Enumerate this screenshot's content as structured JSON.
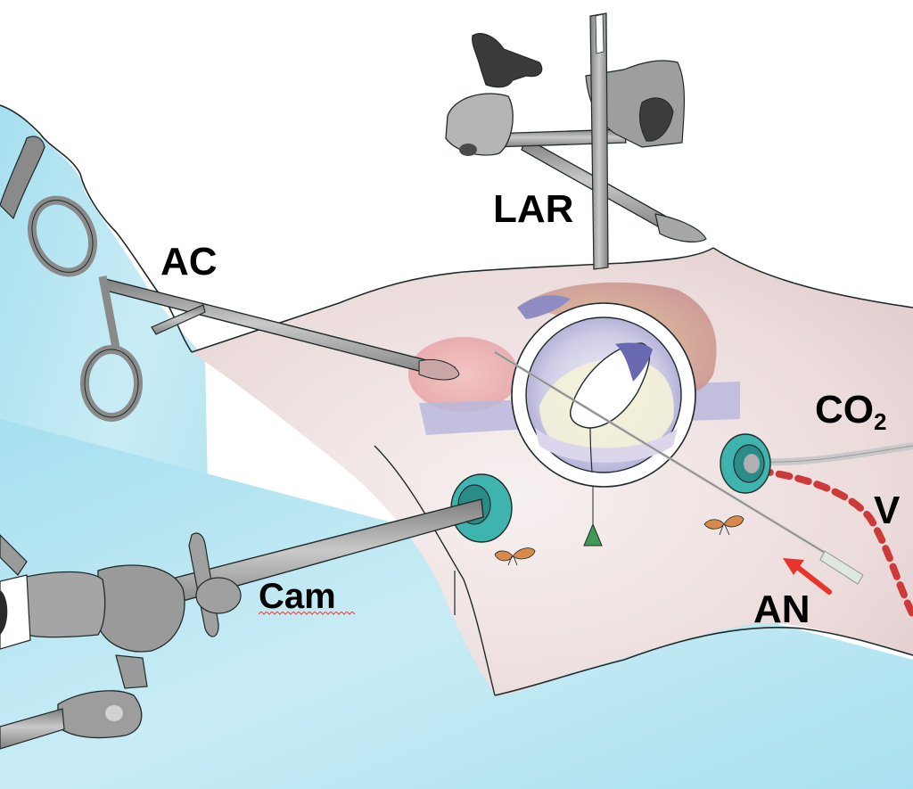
{
  "figure": {
    "type": "surgical-setup-illustration",
    "labels": {
      "ac": "AC",
      "lar": "LAR",
      "co2_main": "CO",
      "co2_sub": "2",
      "v": "V",
      "an": "AN",
      "cam": "Cam"
    },
    "elements": [
      {
        "id": "AC",
        "depicts": "grasping clamp (forceps) inserted through skin"
      },
      {
        "id": "LAR",
        "depicts": "retractor arm mounted on holder over central port ring"
      },
      {
        "id": "CO2",
        "depicts": "insufflation tubing attached to right trocar"
      },
      {
        "id": "V",
        "depicts": "red dashed line (vessel/path)"
      },
      {
        "id": "AN",
        "depicts": "needle inserted, indicated by red arrow"
      },
      {
        "id": "Cam",
        "depicts": "camera/endoscope through left trocar, held by articulated arm"
      }
    ],
    "colors": {
      "drape_blue": "#a9e0ef",
      "skin_pink": "#ecdede",
      "trocar_teal": "#3fb3ad",
      "instrument_gray": "#9a9a9a",
      "dark_knob": "#3a3a3a",
      "arrow_red": "#e8342a",
      "vessel_red": "#cc3a3a",
      "lavender": "#b9b8dc",
      "bow_orange": "#d98a4a",
      "weight_green": "#3f9a58",
      "outline": "#1f2a2a"
    },
    "spellcheck_underline_on": "Cam"
  }
}
